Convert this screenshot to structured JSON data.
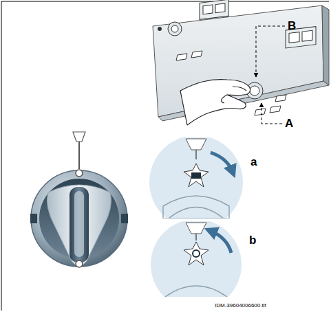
{
  "diagram": {
    "labels": [
      "B",
      "A",
      "a",
      "b",
      "IDM-39604006600.tif"
    ]
  }
}
